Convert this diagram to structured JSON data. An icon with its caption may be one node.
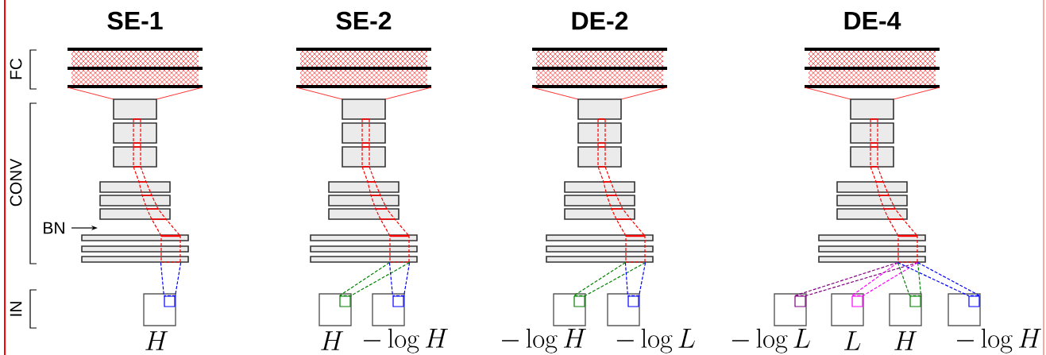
{
  "diagram": {
    "nodes": [
      {
        "text": [],
        "shape": "box"
      },
      {
        "text": [],
        "shape": "box"
      },
      {
        "text": [],
        "shape": "box"
      },
      {
        "text": [],
        "shape": "box"
      },
      {
        "text": [],
        "shape": "box",
        "beside": [
          "H"
        ]
      },
      {
        "text": [],
        "shape": "box",
        "in": 4
      },
      {
        "text": [],
        "shape": "box",
        "beside": [
          "H"
        ]
      },
      {
        "text": [],
        "shape": "box",
        "in": 6
      },
      {
        "text": [],
        "shape": "box",
        "beside": [
          "-\\log H"
        ]
      },
      {
        "text": [],
        "shape": "box",
        "in": 8
      },
      {
        "text": [],
        "shape": "box",
        "beside": [
          "-\\log H"
        ]
      },
      {
        "text": [],
        "shape": "box",
        "in": 10
      },
      {
        "text": [],
        "shape": "box",
        "beside": [
          "-\\log L"
        ]
      },
      {
        "text": [],
        "shape": "box",
        "in": 12
      },
      {
        "text": [],
        "shape": "box",
        "beside": [
          "-\\log L"
        ]
      },
      {
        "text": [],
        "shape": "box",
        "in": 14
      },
      {
        "text": [],
        "shape": "box",
        "beside": [
          "L"
        ]
      },
      {
        "text": [],
        "shape": "box",
        "in": 16
      },
      {
        "text": [],
        "shape": "box",
        "beside": [
          "H"
        ]
      },
      {
        "text": [],
        "shape": "box",
        "in": 18
      },
      {
        "text": [],
        "shape": "box",
        "beside": [
          "-\\log H"
        ]
      },
      {
        "text": [],
        "shape": "box",
        "in": 20
      }
    ],
    "edges": [
      {
        "from": 0,
        "to": 5,
        "arrow": "none",
        "style": "dashed",
        "color": "#0000ff"
      },
      {
        "from": 1,
        "to": 7,
        "arrow": "none",
        "style": "dashed",
        "color": "#008000"
      },
      {
        "from": 1,
        "to": 9,
        "arrow": "none",
        "style": "dashed",
        "color": "#0000ff"
      },
      {
        "from": 2,
        "to": 11,
        "arrow": "none",
        "style": "dashed",
        "color": "#008000"
      },
      {
        "from": 2,
        "to": 13,
        "arrow": "none",
        "style": "dashed",
        "color": "#0000ff"
      },
      {
        "from": 3,
        "to": 15,
        "arrow": "none",
        "style": "dashed",
        "color": "#800080"
      },
      {
        "from": 3,
        "to": 17,
        "arrow": "none",
        "style": "dashed",
        "color": "#ff00ff"
      },
      {
        "from": 3,
        "to": 19,
        "arrow": "none",
        "style": "dashed",
        "color": "#008000"
      },
      {
        "from": 3,
        "to": 21,
        "arrow": "none",
        "style": "dashed",
        "color": "#0000ff"
      }
    ],
    "labels": [
      "SE-1",
      "SE-2",
      "DE-2",
      "DE-4",
      "FC",
      "CONV",
      "BN",
      "IN"
    ]
  }
}
